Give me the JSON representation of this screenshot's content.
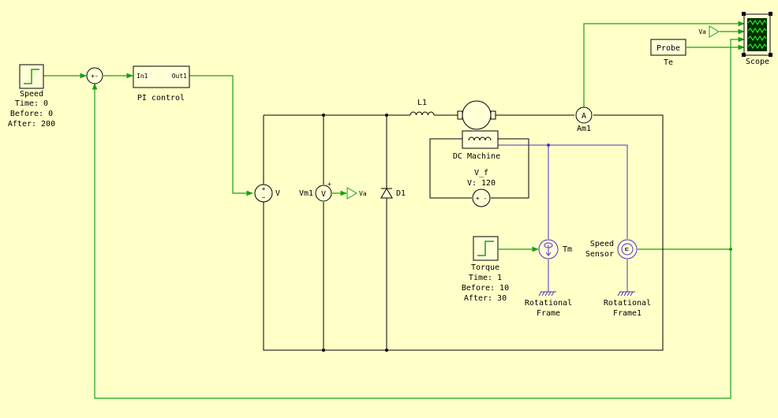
{
  "blocks": {
    "speed_step": {
      "name": "Speed",
      "time": "Time: 0",
      "before": "Before: 0",
      "after": "After: 200"
    },
    "sum": {
      "signs": "+-"
    },
    "pi": {
      "in_port": "In1",
      "out_port": "Out1",
      "name": "PI control"
    },
    "inductor": {
      "name": "L1"
    },
    "dc_machine": {
      "name": "DC Machine"
    },
    "field_source": {
      "name": "V_f",
      "value": "V: 120",
      "polarity": "+ -"
    },
    "voltage_source": {
      "name": "V",
      "plus": "+",
      "minus": "−"
    },
    "voltmeter": {
      "name": "Vm1",
      "glyph": "V",
      "plus": "+"
    },
    "va_tag_mid": {
      "label": "Va"
    },
    "diode": {
      "name": "D1"
    },
    "ammeter": {
      "name": "Am1",
      "glyph": "A"
    },
    "probe": {
      "name": "Probe",
      "signal": "Te"
    },
    "va_tag_top": {
      "label": "Va"
    },
    "scope": {
      "name": "Scope"
    },
    "torque_step": {
      "name": "Torque",
      "time": "Time: 1",
      "before": "Before: 10",
      "after": "After: 30"
    },
    "torque_source": {
      "name": "Tm"
    },
    "speed_sensor": {
      "name_line1": "Speed",
      "name_line2": "Sensor",
      "glyph": "ω"
    },
    "frame1": {
      "line1": "Rotational",
      "line2": "Frame"
    },
    "frame2": {
      "line1": "Rotational",
      "line2": "Frame1"
    }
  },
  "colors": {
    "background": "#ffffc8",
    "signal_wire": "#18a018",
    "electrical_wire": "#000000",
    "mechanical_wire": "#5030c0",
    "block_fill": "#ffffd8",
    "scope_fill": "#003000",
    "scope_trace": "#30ff30"
  }
}
